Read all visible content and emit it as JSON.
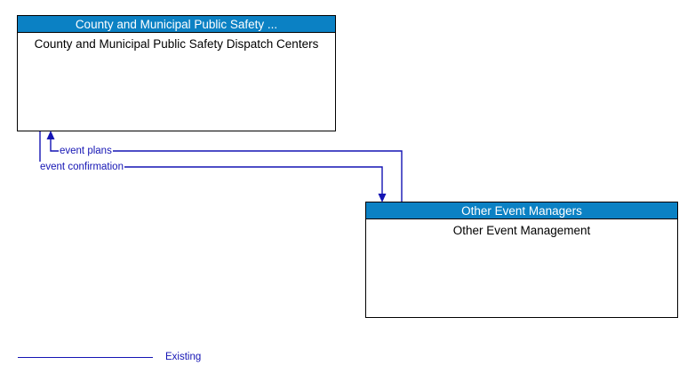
{
  "diagram": {
    "type": "context-flow-diagram",
    "background_color": "#ffffff",
    "entities": [
      {
        "id": "county-municipal-public-safety",
        "titlebar_label": "County and Municipal Public Safety ...",
        "body_label": "County and Municipal Public Safety Dispatch Centers",
        "titlebar_color": "#0b81c4",
        "titlebar_text_color": "#ffffff",
        "border_color": "#000000",
        "body_color": "#ffffff"
      },
      {
        "id": "other-event-managers",
        "titlebar_label": "Other Event Managers",
        "body_label": "Other Event Management",
        "titlebar_color": "#0b81c4",
        "titlebar_text_color": "#ffffff",
        "border_color": "#000000",
        "body_color": "#ffffff"
      }
    ],
    "flows": [
      {
        "id": "event-plans",
        "label": "event plans",
        "from": "other-event-managers",
        "to": "county-municipal-public-safety",
        "color": "#1414b4",
        "status": "Existing"
      },
      {
        "id": "event-confirmation",
        "label": "event confirmation",
        "from": "county-municipal-public-safety",
        "to": "other-event-managers",
        "color": "#1414b4",
        "status": "Existing"
      }
    ]
  },
  "legend": {
    "entries": [
      {
        "label": "Existing",
        "line_color": "#1414b4",
        "line_style": "solid"
      }
    ]
  }
}
